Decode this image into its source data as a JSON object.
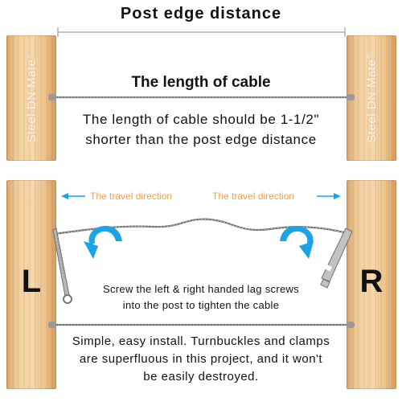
{
  "top_title": "Post edge distance",
  "brand": "Steel DN Mate",
  "brand_mark": "®",
  "cable_length_heading": "The length of cable",
  "cable_length_note_line1": "The length of cable should be 1-1/2\"",
  "cable_length_note_line2": "shorter than the post edge distance",
  "travel_direction_left": "The travel direction",
  "travel_direction_right": "The travel direction",
  "left_post_label": "L",
  "right_post_label": "R",
  "screw_note_line1": "Screw the left & right handed lag screws",
  "screw_note_line2": "into the post to tighten the cable",
  "bottom_note_line1": "Simple, easy install. Turnbuckles and clamps",
  "bottom_note_line2": "are superfluous in this project, and it won't",
  "bottom_note_line3": "be easily destroyed.",
  "colors": {
    "wood": "#f2cf9f",
    "travel_text": "#f0a04a",
    "arrow_blue": "#1aa3e6",
    "cable": "#7d7d7d"
  },
  "icons": [
    "rotation-arrow-icon",
    "lag-screw-icon",
    "direction-arrow-icon"
  ]
}
